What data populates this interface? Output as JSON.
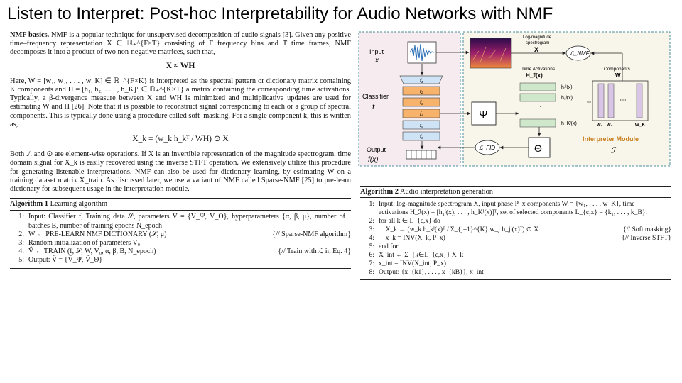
{
  "title": "Listen to Interpret: Post-hoc Interpretability for Audio Networks with NMF",
  "left": {
    "p1_head": "NMF basics.",
    "p1_text": "NMF is a popular technique for unsupervised decomposition of audio signals [3]. Given any positive time–frequency representation X ∈ ℝ₊^{F×T} consisting of F frequency bins and T time frames, NMF decomposes it into a product of two non-negative matrices, such that,",
    "eq1": "X ≈ WH",
    "p2": "Here, W = [w₁, w₂, . . . , w_K] ∈ ℝ₊^{F×K} is interpreted as the spectral pattern or dictionary matrix containing K components and H = [h₁, h₂, . . . , h_K]ᵀ ∈ ℝ₊^{K×T} a matrix containing the corresponding time activations. Typically, a β-divergence measure between X and WH is minimized and multiplicative updates are used for estimating W and H [26]. Note that it is possible to reconstruct signal corresponding to each or a group of spectral components. This is typically done using a procedure called soft–masking. For a single component k, this is written as,",
    "eq2": "X_k = (w_k h_kᵀ / WH) ⊙ X",
    "p3": "Both ./. and ⊙ are element-wise operations. If X is an invertible representation of the magnitude spectrogram, time domain signal for X_k is easily recovered using the inverse STFT operation. We extensively utilize this procedure for generating listenable interpretations. NMF can also be used for dictionary learning, by estimating W on a training dataset matrix X_train. As discussed later, we use a variant of NMF called Sparse-NMF [25] to pre-learn dictionary for subsequent usage in the interpretation module."
  },
  "algo1": {
    "head_bold": "Algorithm 1",
    "head_text": "Learning algorithm",
    "lines": [
      {
        "n": "1:",
        "text": "Input: Classifier f, Training data 𝒮, parameters V = {V_Ψ, V_Θ}, hyperparameters {α, β, μ}, number of batches B, number of training epochs N_epoch",
        "c": ""
      },
      {
        "n": "2:",
        "text": "W ← PRE-LEARN NMF DICTIONARY (𝒮, μ)",
        "c": "{// Sparse-NMF algorithm}"
      },
      {
        "n": "3:",
        "text": "Random initialization of parameters V₀",
        "c": ""
      },
      {
        "n": "4:",
        "text": "V̂ ← TRAIN (f, 𝒮, W, V₀, α, β, B, N_epoch)",
        "c": "{// Train with ℒ in Eq. 4}"
      },
      {
        "n": "5:",
        "text": "Output: V̂ = {V̂_Ψ, V̂_Θ}",
        "c": ""
      }
    ]
  },
  "algo2": {
    "head_bold": "Algorithm 2",
    "head_text": "Audio interpretation generation",
    "lines": [
      {
        "n": "1:",
        "text": "Input: log-magnitude spectrogram X, input phase P_x components W = {w₁, . . . , w_K}, time activations H_ℐ(x) = [h₁ᴵ(x), . . . , h_Kᴵ(x)]ᵀ, set of selected components L_{c,x} = {k₁, . . . , k_B}.",
        "c": ""
      },
      {
        "n": "2:",
        "text": "for all k ∈ L_{c,x} do",
        "c": ""
      },
      {
        "n": "3:",
        "text": "    X_k ← (w_k h_kᴵ(x)ᵀ / Σ_{j=1}^{K} w_j h_jᴵ(x)ᵀ) ⊙ X",
        "c": "{// Soft masking}"
      },
      {
        "n": "4:",
        "text": "    x_k = INV(X_k, P_x)",
        "c": "{// Inverse STFT}"
      },
      {
        "n": "5:",
        "text": "end for",
        "c": ""
      },
      {
        "n": "6:",
        "text": "X_int ← Σ_{k∈L_{c,x}} X_k",
        "c": ""
      },
      {
        "n": "7:",
        "text": "x_int = INV(X_int, P_x)",
        "c": ""
      },
      {
        "n": "8:",
        "text": "Output: {x_{k1}, . . . , x_{kB}}, x_int",
        "c": ""
      }
    ]
  },
  "diagram": {
    "input_label": "Input",
    "input_var": "x",
    "classifier_label": "Classifier",
    "classifier_var": "f",
    "output_label": "Output",
    "output_var": "f(x)",
    "layers": [
      "f₁",
      "f₂",
      "f₃",
      "f₄",
      "f₅",
      "f₆"
    ],
    "spec_label1": "Log-magnitude",
    "spec_label2": "spectrogram",
    "spec_var": "X",
    "l_nmf": "ℒ_NMF",
    "l_fid": "ℒ_FID",
    "psi": "Ψ",
    "theta": "Θ",
    "time_act_label": "Time Activations",
    "time_act_var": "H_ℐ(x)",
    "h_rows": [
      "h₁ᴵ(x)",
      "h₂ᴵ(x)",
      "⋮",
      "h_Kᴵ(x)"
    ],
    "components_label": "Components",
    "components_var": "W",
    "w_labels": [
      "w₁",
      "w₂",
      "w_K"
    ],
    "dots": "⋯",
    "interp_label": "Interpreter Module",
    "interp_var": "ℐ",
    "colors": {
      "left_box": "#f6ecef",
      "right_box": "#f8f5ea",
      "layer_blue": "#cfe3f7",
      "layer_orange": "#f7b26b",
      "h_green": "#cfe8cc",
      "w_purple": "#d9c6e6",
      "interp_text": "#c77d19",
      "border_teal": "#4a8c9c"
    }
  }
}
